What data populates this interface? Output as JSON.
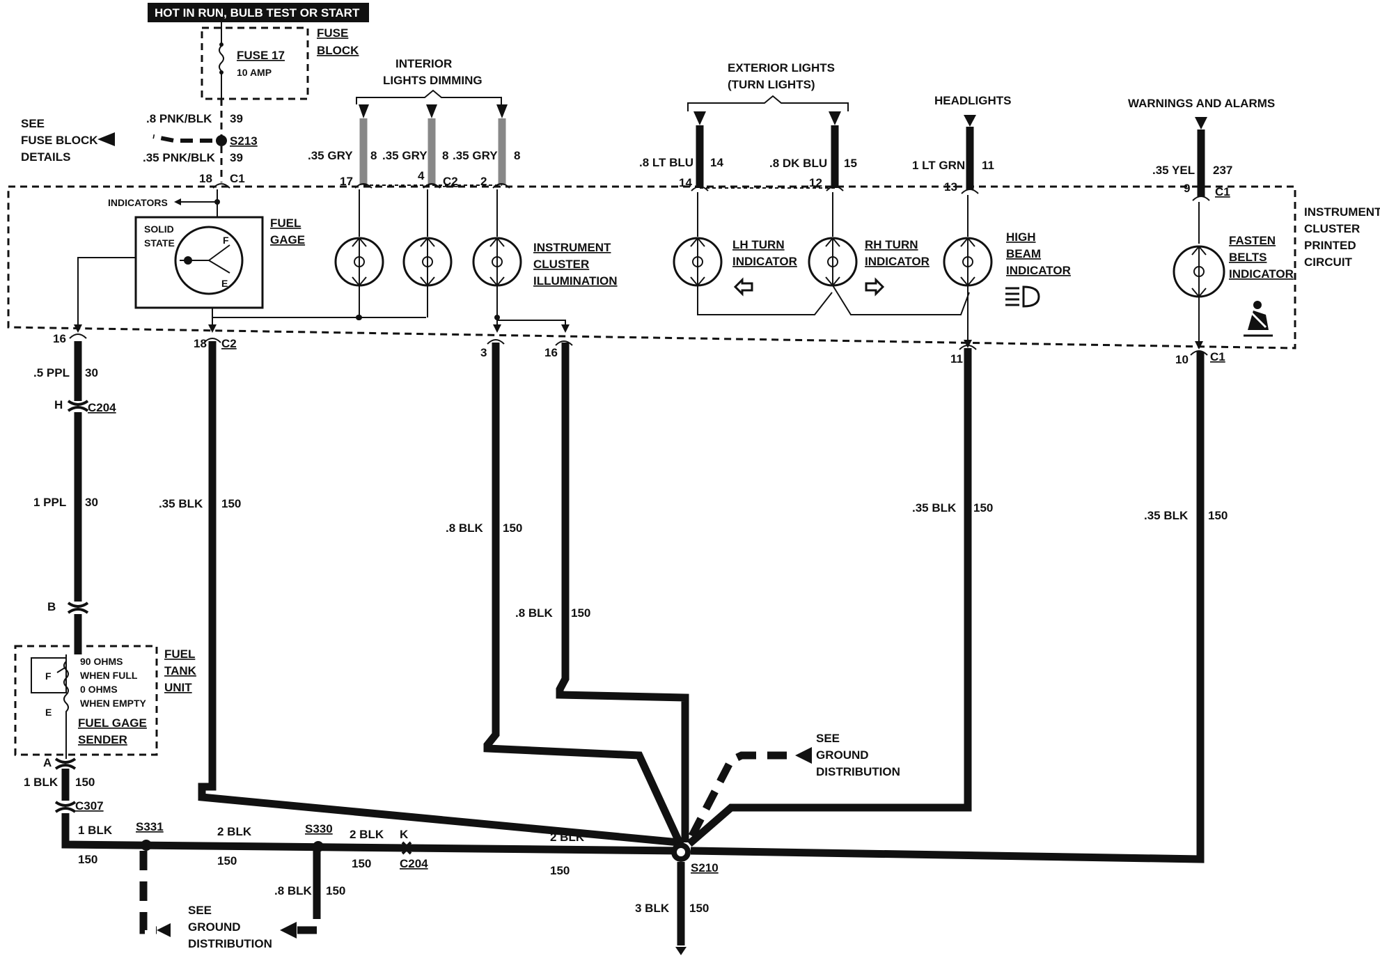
{
  "header": {
    "power_banner": "HOT IN RUN, BULB TEST OR START"
  },
  "fuse_block": {
    "fuse_label": "FUSE 17",
    "fuse_rating": "10 AMP",
    "block_label_1": "FUSE",
    "block_label_2": "BLOCK"
  },
  "see_fuse_block": [
    "SEE",
    "FUSE BLOCK",
    "DETAILS"
  ],
  "splice_s213": {
    "wire_top": ".8 PNK/BLK",
    "circuit_top": "39",
    "name": "S213",
    "wire_bottom": ".35 PNK/BLK",
    "circuit_bottom": "39"
  },
  "cluster": {
    "c1_pin": "18",
    "c1": "C1",
    "indicators_label": "INDICATORS",
    "solid_state_1": "SOLID",
    "solid_state_2": "STATE",
    "fuel_gage_1": "FUEL",
    "fuel_gage_2": "GAGE",
    "gauge_f": "F",
    "gauge_e": "E",
    "title_1": "INSTRUMENT",
    "title_2": "CLUSTER",
    "title_3": "PRINTED",
    "title_4": "CIRCUIT"
  },
  "dimming": {
    "title_1": "INTERIOR",
    "title_2": "LIGHTS DIMMING",
    "wires": [
      {
        "size": ".35 GRY",
        "circuit": "8",
        "pin": "17"
      },
      {
        "size": ".35 GRY",
        "circuit": "8",
        "pin": "4"
      },
      {
        "size": ".35 GRY",
        "circuit": "8",
        "pin": "2"
      }
    ],
    "connector": "C2",
    "illum_1": "INSTRUMENT",
    "illum_2": "CLUSTER",
    "illum_3": "ILLUMINATION"
  },
  "exterior": {
    "title_1": "EXTERIOR LIGHTS",
    "title_2": "(TURN LIGHTS)",
    "lh_size": ".8 LT BLU",
    "lh_circuit": "14",
    "lh_pin": "14",
    "rh_size": ".8 DK BLU",
    "rh_circuit": "15",
    "rh_pin": "12",
    "lh_label_1": "LH TURN",
    "lh_label_2": "INDICATOR",
    "rh_label_1": "RH TURN",
    "rh_label_2": "INDICATOR"
  },
  "headlights": {
    "title": "HEADLIGHTS",
    "size": "1 LT GRN",
    "circuit": "11",
    "pin": "13",
    "label_1": "HIGH",
    "label_2": "BEAM",
    "label_3": "INDICATOR"
  },
  "warnings": {
    "title": "WARNINGS AND ALARMS",
    "size": ".35 YEL",
    "circuit": "237",
    "pin": "9",
    "connector": "C1",
    "label_1": "FASTEN",
    "label_2": "BELTS",
    "label_3": "INDICATOR"
  },
  "bottom_pins": {
    "p16a": "16",
    "p18": "18",
    "c2": "C2",
    "p3": "3",
    "p16b": "16",
    "p11": "11",
    "p10": "10",
    "c1": "C1"
  },
  "fuel_feed": {
    "w1_size": ".5 PPL",
    "w1_circuit": "30",
    "c204_pin": "H",
    "c204": "C204",
    "w2_size": "1 PPL",
    "w2_circuit": "30",
    "b_pin": "B"
  },
  "tank_unit": {
    "ohms_1": "90 OHMS",
    "ohms_2": "WHEN FULL",
    "ohms_3": "0 OHMS",
    "ohms_4": "WHEN EMPTY",
    "sender_1": "FUEL GAGE",
    "sender_2": "SENDER",
    "unit_1": "FUEL",
    "unit_2": "TANK",
    "unit_3": "UNIT",
    "f": "F",
    "e": "E",
    "a_pin": "A"
  },
  "grounds": {
    "g1_size": ".35 BLK",
    "g1_circuit": "150",
    "g2_size": ".8 BLK",
    "g2_circuit": "150",
    "g3_size": ".8 BLK",
    "g3_circuit": "150",
    "g4_size": ".35 BLK",
    "g4_circuit": "150",
    "g5_size": ".35 BLK",
    "g5_circuit": "150",
    "tank_size": "1 BLK",
    "tank_circuit": "150",
    "c307": "C307",
    "seg1_size": "1 BLK",
    "seg1_circuit": "150",
    "s331": "S331",
    "seg2_size": "2 BLK",
    "seg2_circuit": "150",
    "s330": "S330",
    "seg3_size": "2 BLK",
    "seg3_circuit": "150",
    "k_pin": "K",
    "c204": "C204",
    "seg4_size": "2 BLK",
    "seg4_circuit": "150",
    "s210": "S210",
    "s330_drop_size": ".8 BLK",
    "s330_drop_circuit": "150",
    "main_size": "3 BLK",
    "main_circuit": "150",
    "see_ground_1": "SEE",
    "see_ground_2": "GROUND",
    "see_ground_3": "DISTRIBUTION"
  }
}
